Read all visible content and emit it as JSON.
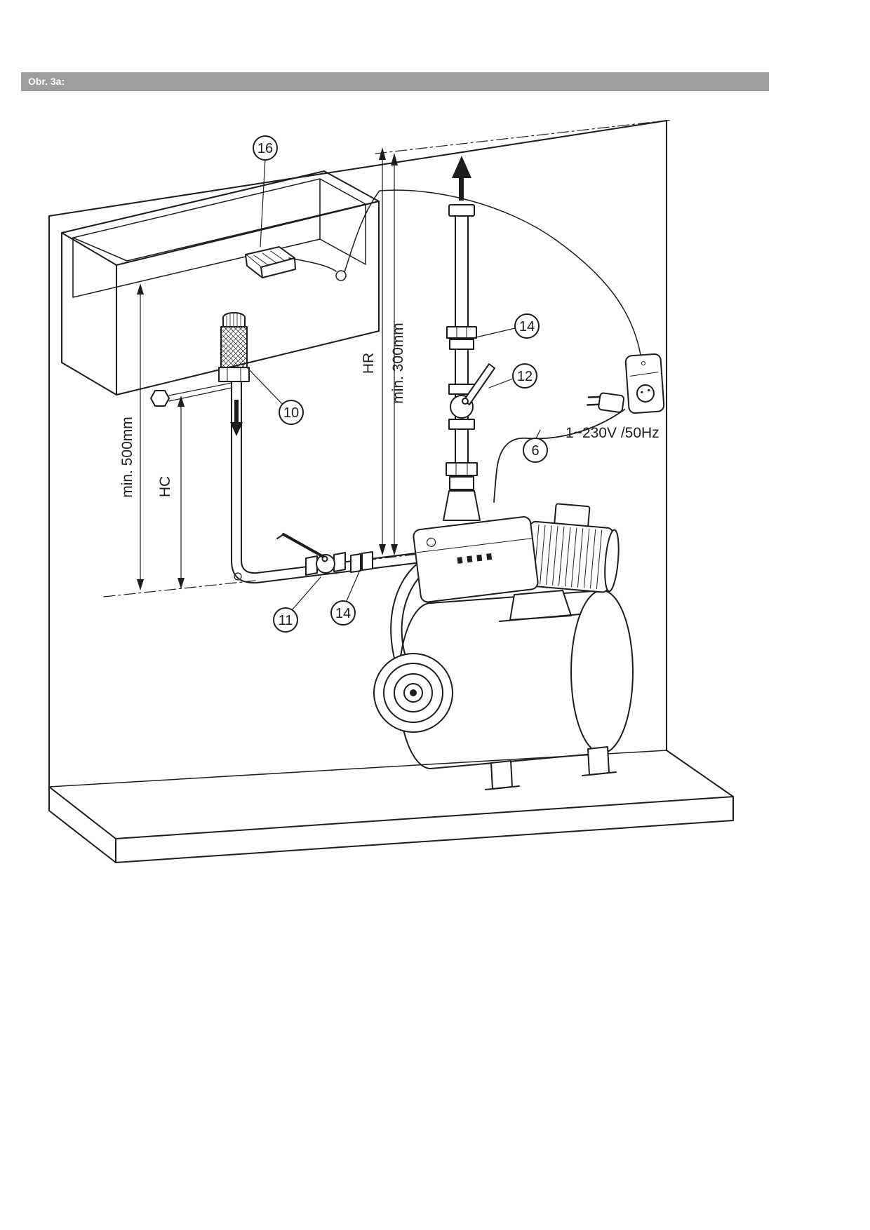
{
  "header": {
    "figure_label": "Obr. 3a:"
  },
  "diagram": {
    "callouts": [
      {
        "label": "16"
      },
      {
        "label": "10"
      },
      {
        "label": "11"
      },
      {
        "label": "14"
      },
      {
        "label": "14"
      },
      {
        "label": "12"
      },
      {
        "label": "6"
      }
    ],
    "dimensions": {
      "min_suction_height": "min. 500mm",
      "hc": "HC",
      "hr": "HR",
      "min_discharge_height": "min. 300mm"
    },
    "power_rating": "1~230V /50Hz"
  },
  "colors": {
    "header_bar": "#9d9d9c",
    "line": "#1d1d1b",
    "background": "#ffffff"
  }
}
